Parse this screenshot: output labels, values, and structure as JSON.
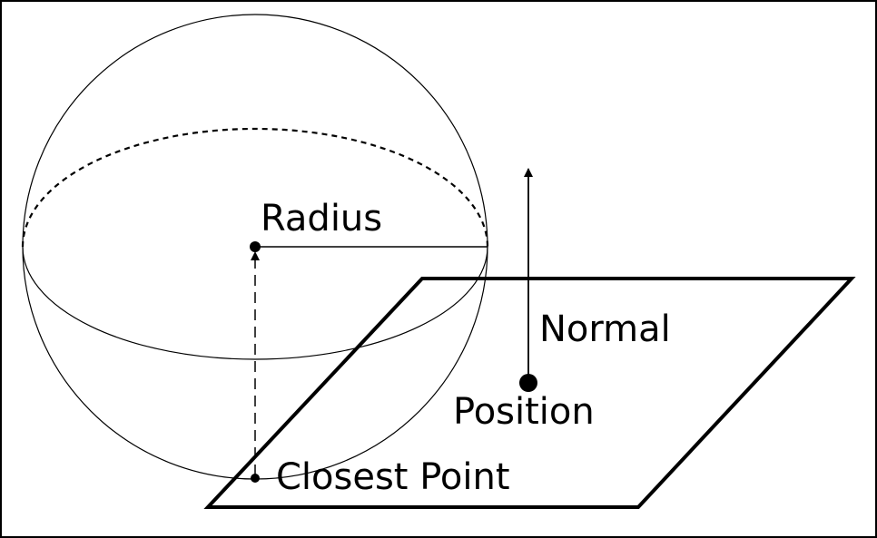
{
  "labels": {
    "radius": "Radius",
    "normal": "Normal",
    "position": "Position",
    "closest_point": "Closest Point"
  },
  "colors": {
    "stroke": "#000000",
    "background": "#ffffff"
  }
}
